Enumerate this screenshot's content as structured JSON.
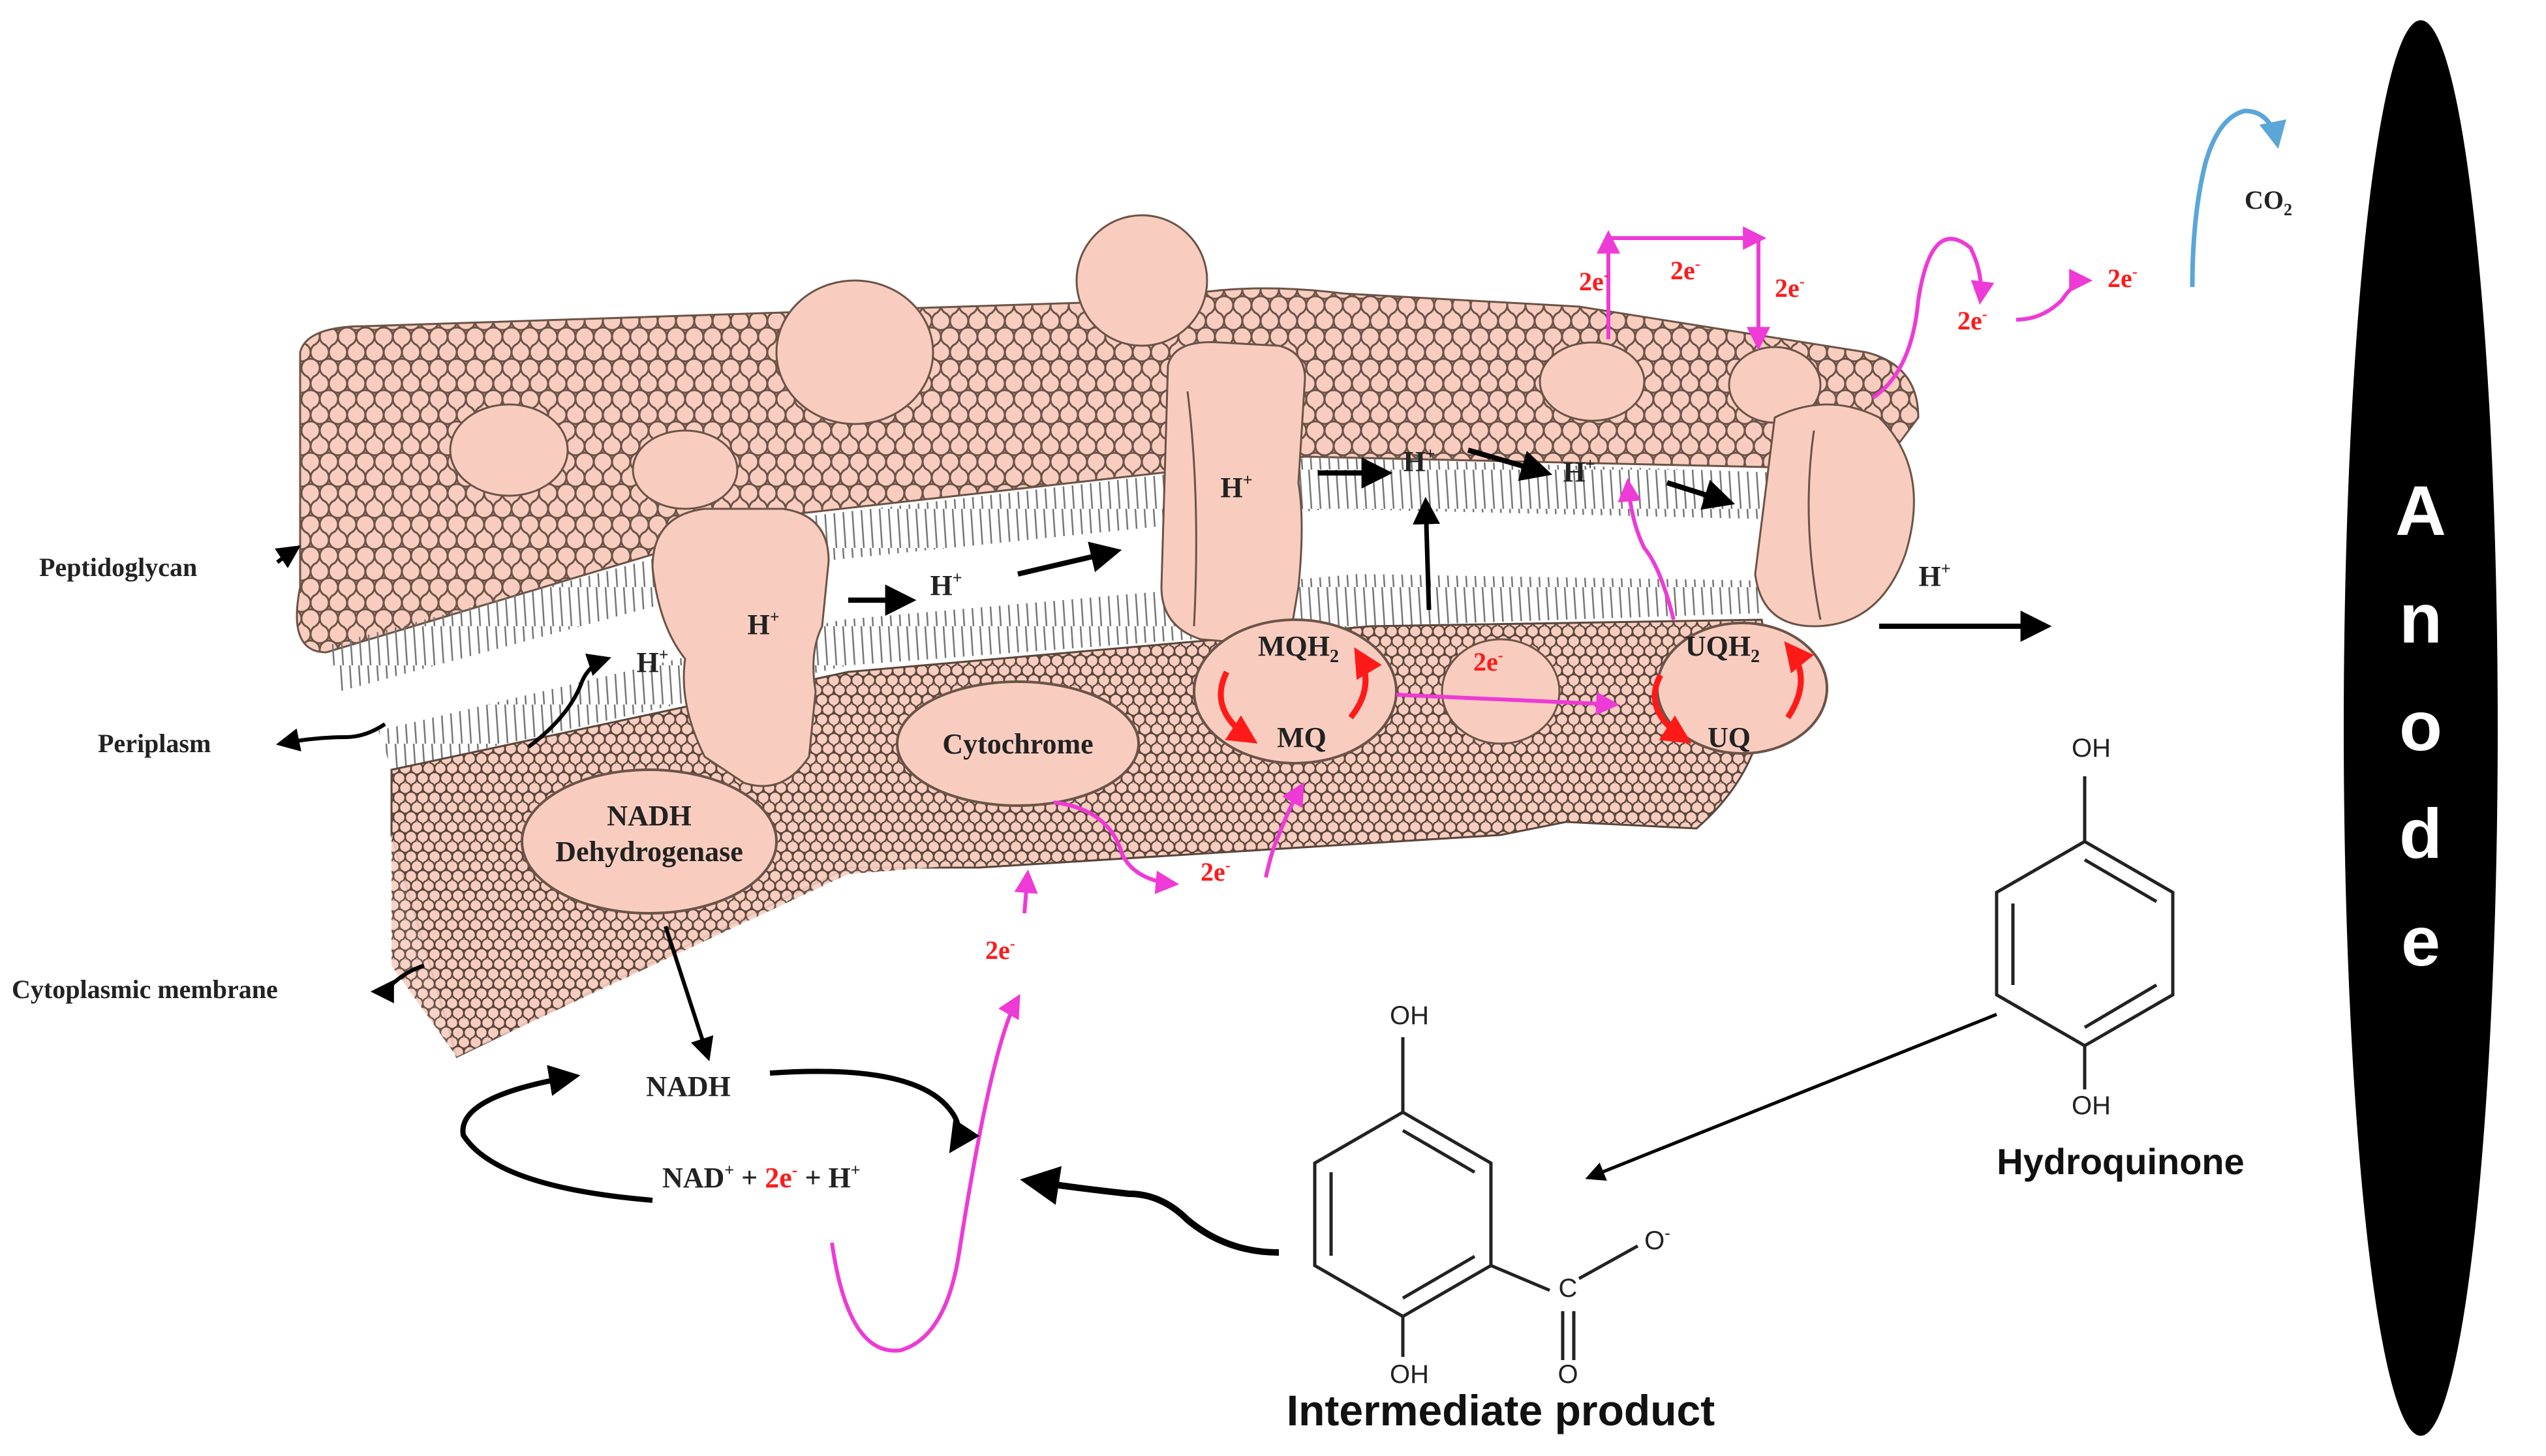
{
  "labels": {
    "peptidoglycan": "Peptidoglycan",
    "periplasm": "Periplasm",
    "cytoplasmic_membrane": "Cytoplasmic membrane",
    "nadh_dehydrogenase_line1": "NADH",
    "nadh_dehydrogenase_line2": "Dehydrogenase",
    "cytochrome": "Cytochrome",
    "mqh2": "MQH",
    "mq": "MQ",
    "uqh2": "UQH",
    "uq": "UQ",
    "co2": "CO",
    "hydroquinone": "Hydroquinone",
    "intermediate_product": "Intermediate product",
    "nadh": "NADH",
    "nad_plus": "NAD",
    "plus": "+",
    "two_e": "2e",
    "h_plus": "H",
    "oh": "OH",
    "o_minus": "O",
    "c_atom": "C",
    "o_atom": "O"
  },
  "anode": {
    "label": "Anode",
    "letters": [
      "A",
      "n",
      "o",
      "d",
      "e"
    ]
  },
  "colors": {
    "membrane_fill": "#f8cdbf",
    "membrane_stroke": "#6b5347",
    "electron_arrow": "#ee3ad6",
    "electron_text": "#ff1a1a",
    "co2_arrow": "#5aa6d8",
    "anode": "#000000",
    "proton_arrow": "#000000"
  }
}
